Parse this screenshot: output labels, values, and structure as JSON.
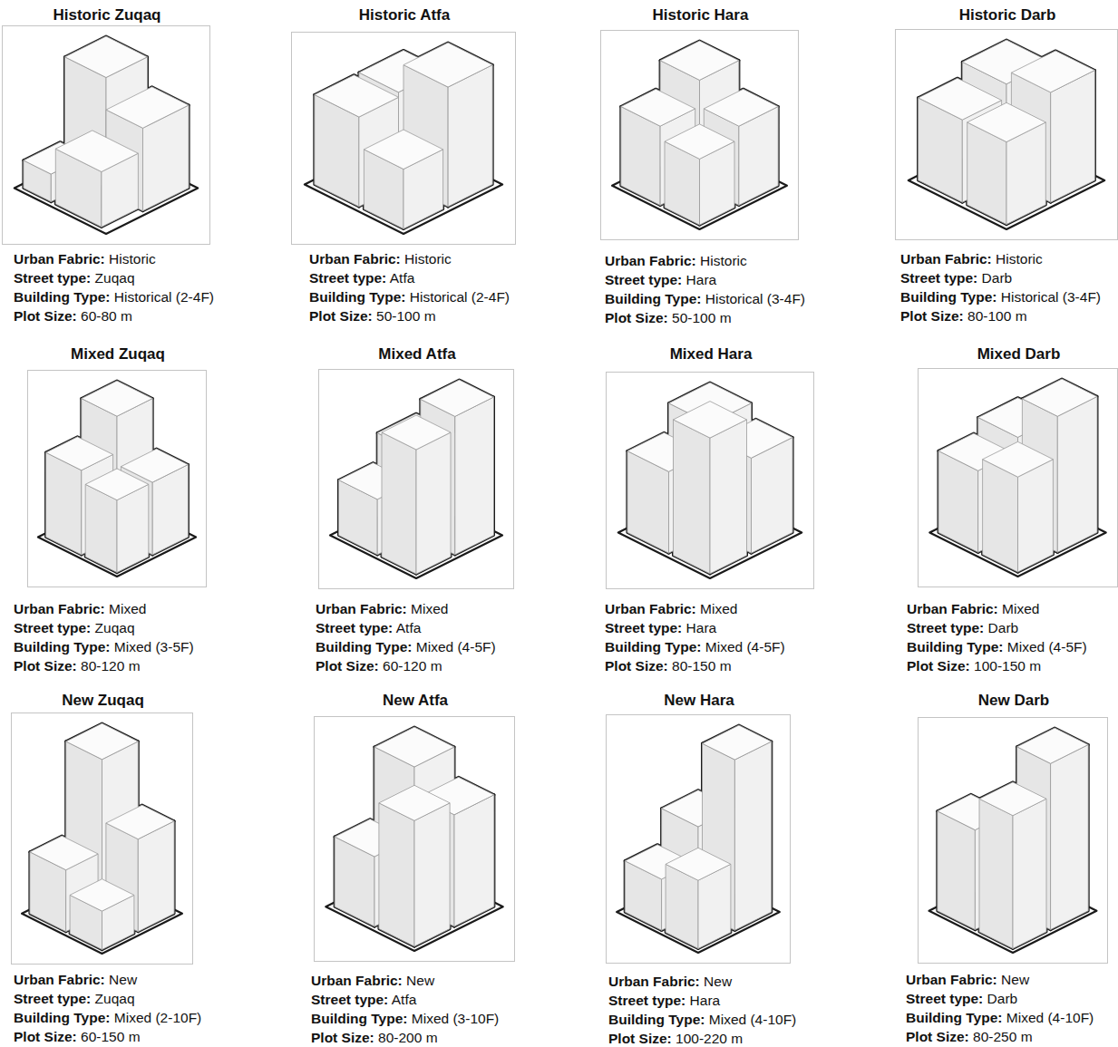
{
  "diagram": {
    "nodes": [
      {
        "text": [
          "Historic Zuqaq",
          "Urban Fabric: Historic",
          "Street type: Zuqaq",
          "Building Type: Historical (2-4F)",
          "Plot Size: 60-80 m"
        ]
      },
      {
        "text": [
          "Historic Atfa",
          "Urban Fabric: Historic",
          "Street type: Atfa",
          "Building Type: Historical (2-4F)",
          "Plot Size: 50-100 m"
        ]
      },
      {
        "text": [
          "Historic Hara",
          "Urban Fabric: Historic",
          "Street type: Hara",
          "Building Type: Historical (3-4F)",
          "Plot Size: 50-100 m"
        ]
      },
      {
        "text": [
          "Historic Darb",
          "Urban Fabric: Historic",
          "Street type: Darb",
          "Building Type: Historical (3-4F)",
          "Plot Size: 80-100 m"
        ]
      },
      {
        "text": [
          "Mixed Zuqaq",
          "Urban Fabric: Mixed",
          "Street type: Zuqaq",
          "Building Type: Mixed (3-5F)",
          "Plot Size: 80-120 m"
        ]
      },
      {
        "text": [
          "Mixed Atfa",
          "Urban Fabric: Mixed",
          "Street type: Atfa",
          "Building Type: Mixed (4-5F)",
          "Plot Size: 60-120 m"
        ]
      },
      {
        "text": [
          "Mixed Hara",
          "Urban Fabric: Mixed",
          "Street type: Hara",
          "Building Type: Mixed (4-5F)",
          "Plot Size: 80-150 m"
        ]
      },
      {
        "text": [
          "Mixed Darb",
          "Urban Fabric: Mixed",
          "Street type: Darb",
          "Building Type: Mixed (4-5F)",
          "Plot Size: 100-150 m"
        ]
      },
      {
        "text": [
          "New Zuqaq",
          "Urban Fabric: New",
          "Street type: Zuqaq",
          "Building Type: Mixed (2-10F)",
          "Plot Size: 60-150 m"
        ]
      },
      {
        "text": [
          "New Atfa",
          "Urban Fabric: New",
          "Street type: Atfa",
          "Building Type: Mixed (3-10F)",
          "Plot Size: 80-200 m"
        ]
      },
      {
        "text": [
          "New Hara",
          "Urban Fabric: New",
          "Street type: Hara",
          "Building Type: Mixed (4-10F)",
          "Plot Size: 100-220 m"
        ]
      },
      {
        "text": [
          "New Darb",
          "Urban Fabric: New",
          "Street type: Darb",
          "Building Type: Mixed (4-10F)",
          "Plot Size: 80-250 m"
        ]
      }
    ]
  }
}
